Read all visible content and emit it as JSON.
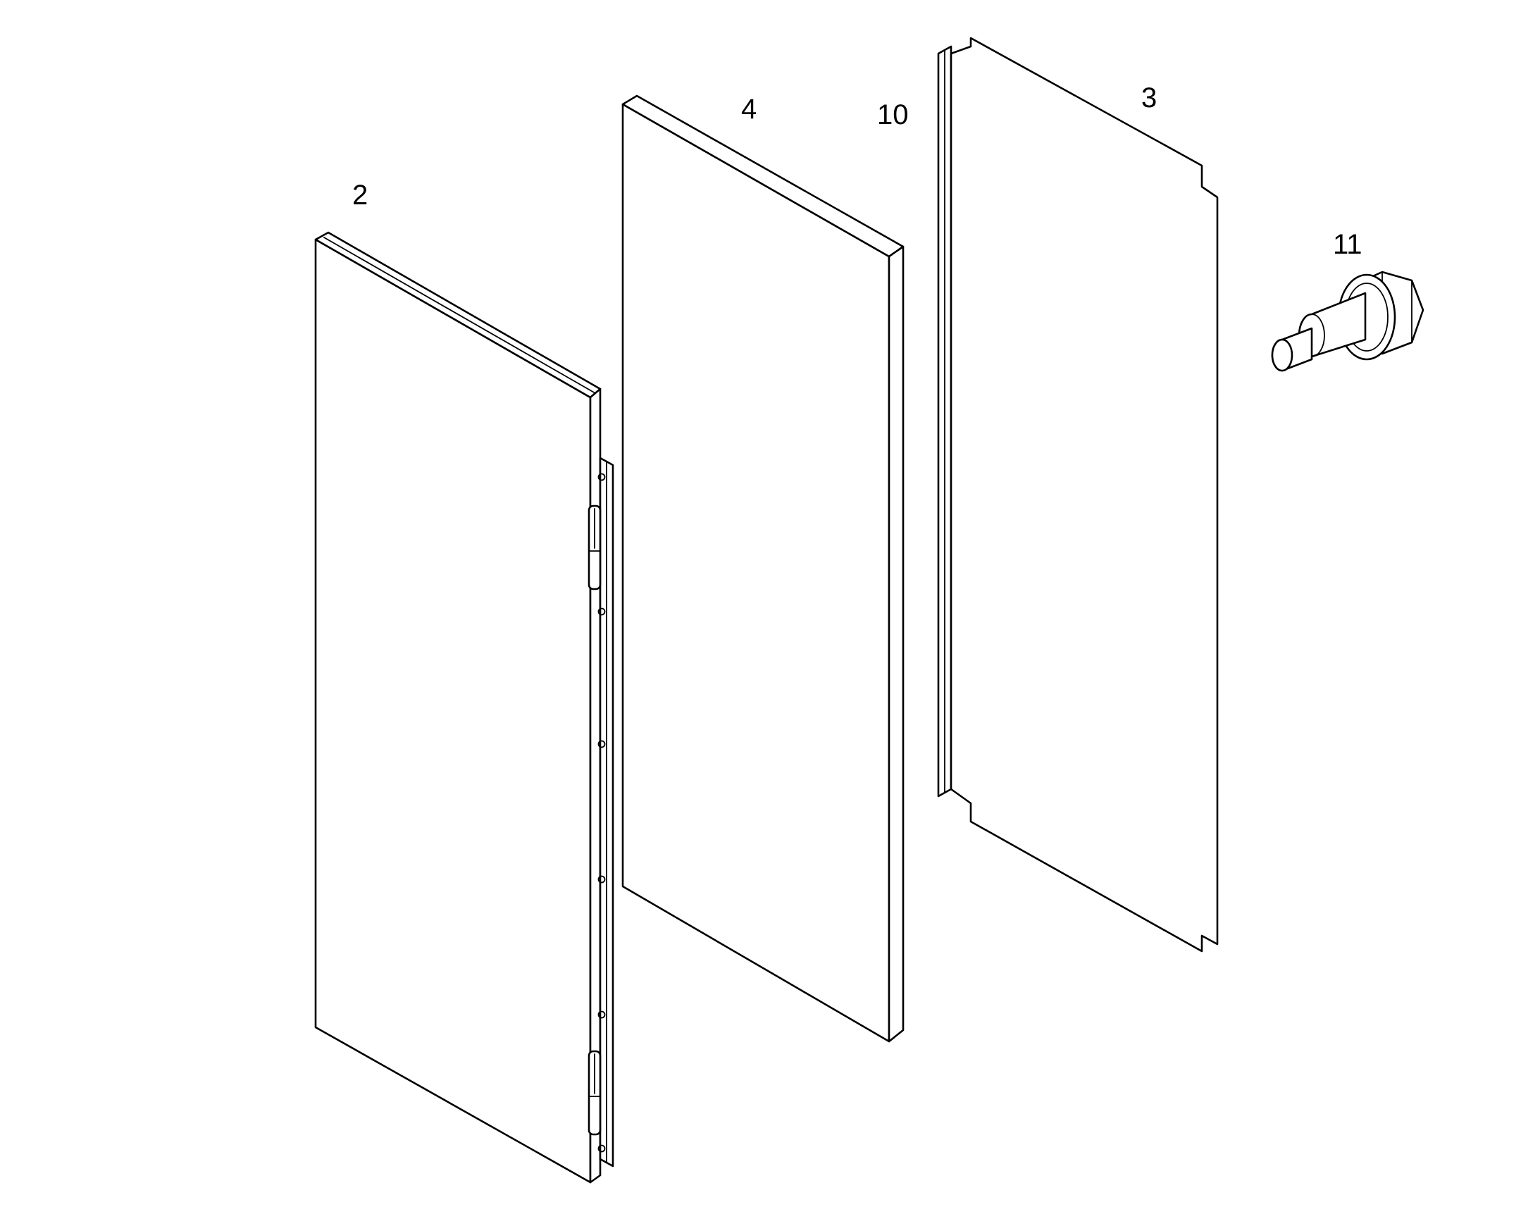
{
  "diagram": {
    "style": "exploded-assembly-line-drawing",
    "line_color": "#000000",
    "background": "#ffffff",
    "parts": [
      {
        "id": "door-panel",
        "callout": "2"
      },
      {
        "id": "insulation-panel",
        "callout": "4"
      },
      {
        "id": "gasket",
        "callout": "10"
      },
      {
        "id": "back-plate",
        "callout": "3"
      },
      {
        "id": "hinge-pin-bolt",
        "callout": "11"
      }
    ]
  }
}
